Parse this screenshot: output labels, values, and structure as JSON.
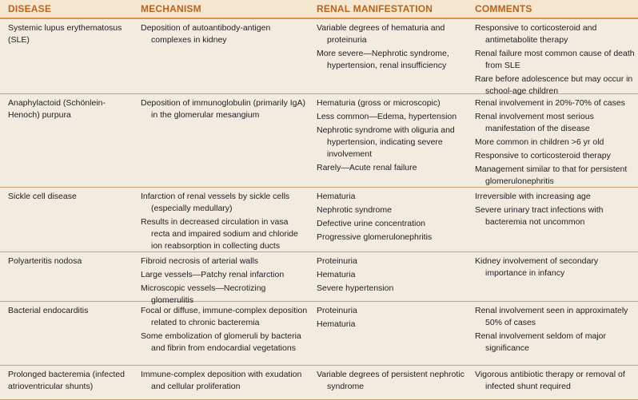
{
  "headers": [
    "DISEASE",
    "MECHANISM",
    "RENAL MANIFESTATION",
    "COMMENTS"
  ],
  "rows": [
    {
      "disease": [
        "Systemic lupus erythematosus (SLE)"
      ],
      "mechanism": [
        "Deposition of autoantibody-antigen complexes in kidney"
      ],
      "renal": [
        "Variable degrees of hematuria and proteinuria",
        "More severe—Nephrotic syndrome, hypertension, renal insufficiency"
      ],
      "comments": [
        "Responsive to corticosteroid and antimetabolite therapy",
        "Renal failure most common cause of death from SLE",
        "Rare before adolescence but may occur in school-age children"
      ]
    },
    {
      "disease": [
        "Anaphylactoid (Schönlein-Henoch) purpura"
      ],
      "mechanism": [
        "Deposition of immunoglobulin (primarily IgA) in the glomerular mesangium"
      ],
      "renal": [
        "Hematuria (gross or microscopic)",
        "Less common—Edema, hypertension",
        "Nephrotic syndrome with oliguria and hypertension, indicating severe involvement",
        "Rarely—Acute renal failure"
      ],
      "comments": [
        "Renal involvement in 20%-70% of cases",
        "Renal involvement most serious manifestation of the disease",
        "More common in children >6 yr old",
        "Responsive to corticosteroid therapy",
        "Management similar to that for persistent glomerulonephritis"
      ]
    },
    {
      "disease": [
        "Sickle cell disease"
      ],
      "mechanism": [
        "Infarction of renal vessels by sickle cells (especially medullary)",
        "Results in decreased circulation in vasa recta and impaired sodium and chloride ion reabsorption in collecting ducts"
      ],
      "renal": [
        "Hematuria",
        "Nephrotic syndrome",
        "Defective urine concentration",
        "Progressive glomerulonephritis"
      ],
      "comments": [
        "Irreversible with increasing age",
        "Severe urinary tract infections with bacteremia not uncommon"
      ]
    },
    {
      "disease": [
        "Polyarteritis nodosa"
      ],
      "mechanism": [
        "Fibroid necrosis of arterial walls",
        "Large vessels—Patchy renal infarction",
        "Microscopic vessels—Necrotizing glomerulitis"
      ],
      "renal": [
        "Proteinuria",
        "Hematuria",
        "Severe hypertension"
      ],
      "comments": [
        "Kidney involvement of secondary importance in infancy"
      ]
    },
    {
      "disease": [
        "Bacterial endocarditis"
      ],
      "mechanism": [
        "Focal or diffuse, immune-complex deposition related to chronic bacteremia",
        "Some embolization of glomeruli by bacteria and fibrin from endocardial vegetations"
      ],
      "renal": [
        "Proteinuria",
        "Hematuria"
      ],
      "comments": [
        "Renal involvement seen in approximately 50% of cases",
        "Renal involvement seldom of major significance"
      ]
    },
    {
      "disease": [
        "Prolonged bacteremia (infected atrioventricular shunts)"
      ],
      "mechanism": [
        "Immune-complex deposition with exudation and cellular proliferation"
      ],
      "renal": [
        "Variable degrees of persistent nephrotic syndrome"
      ],
      "comments": [
        "Vigorous antibiotic therapy or removal of infected shunt required"
      ]
    }
  ]
}
